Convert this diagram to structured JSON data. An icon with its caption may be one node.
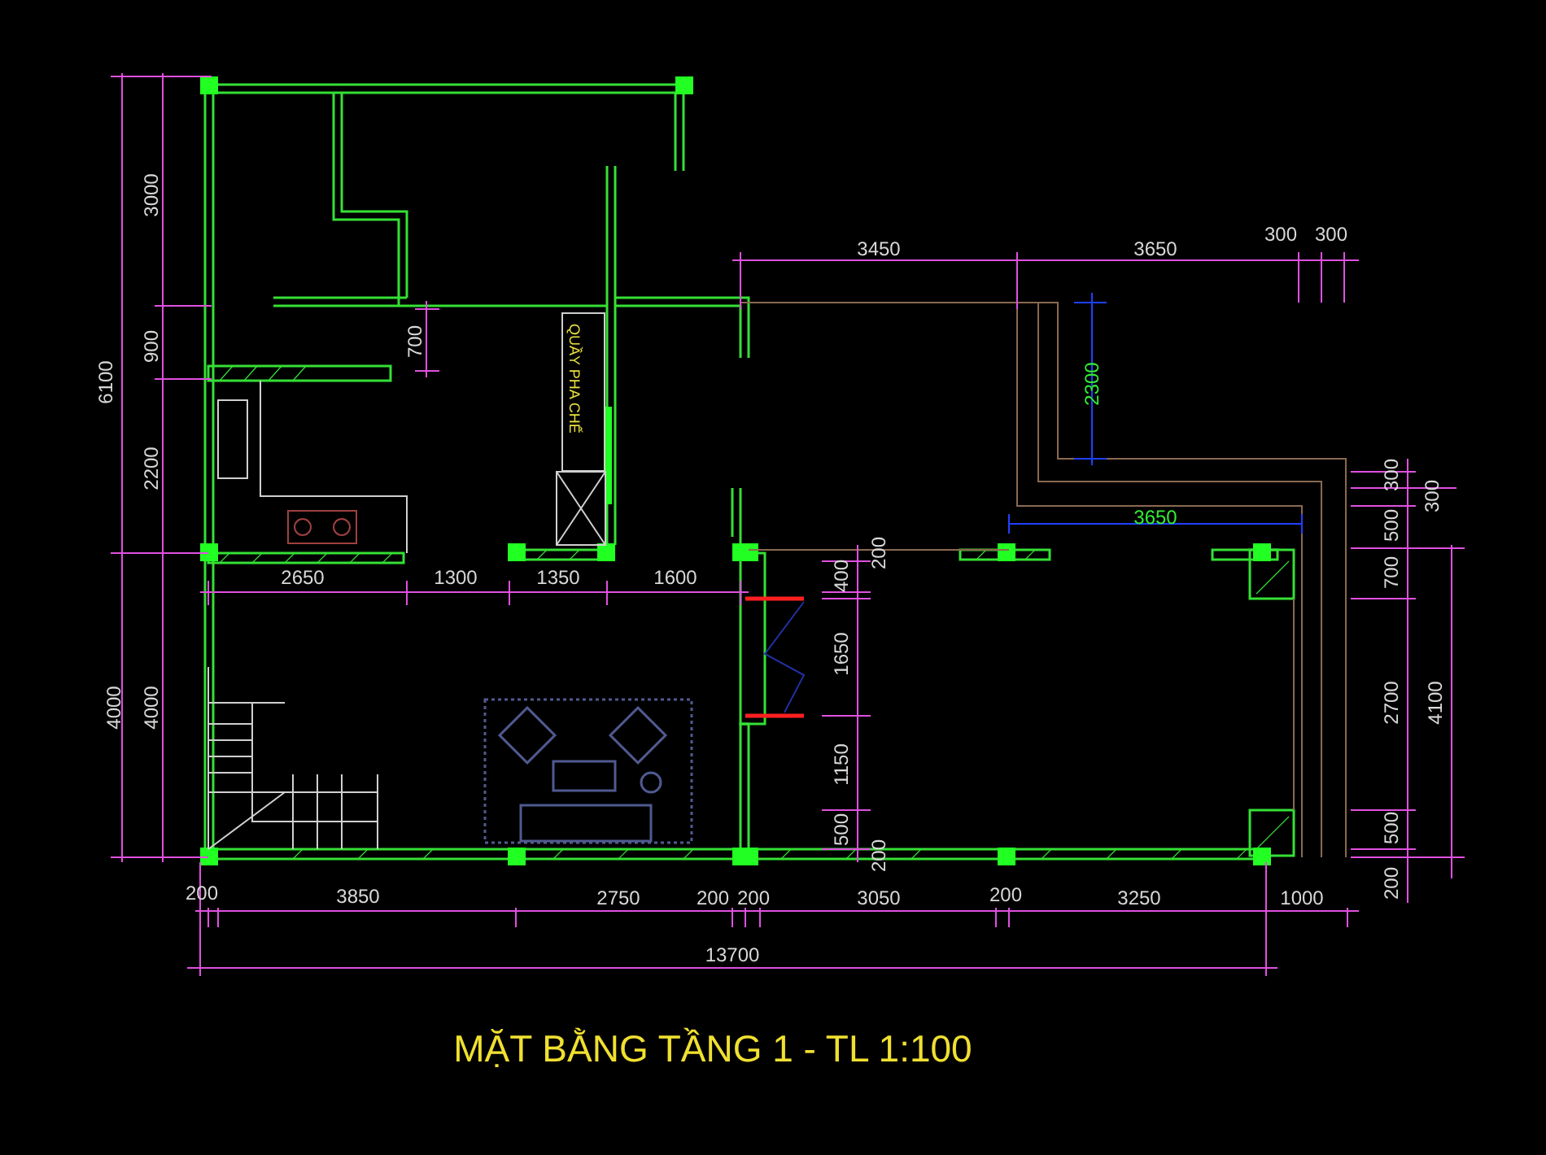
{
  "diagram": {
    "title": "MẶT BẰNG TẦNG 1 - TL 1:100",
    "nodes": [
      {
        "text": [
          "QUẦY PHA CHẾ"
        ]
      }
    ],
    "labels": [
      "6100",
      "3000",
      "900",
      "700",
      "2200",
      "4000",
      "4000",
      "3450",
      "3650",
      "300",
      "300",
      "2300",
      "3650",
      "300",
      "300",
      "500",
      "700",
      "2700",
      "4100",
      "500",
      "200",
      "2650",
      "1300",
      "1350",
      "1600",
      "200",
      "400",
      "1650",
      "1150",
      "500",
      "200",
      "200",
      "3850",
      "2750",
      "200",
      "200",
      "3050",
      "200",
      "3250",
      "1000",
      "13700"
    ]
  }
}
